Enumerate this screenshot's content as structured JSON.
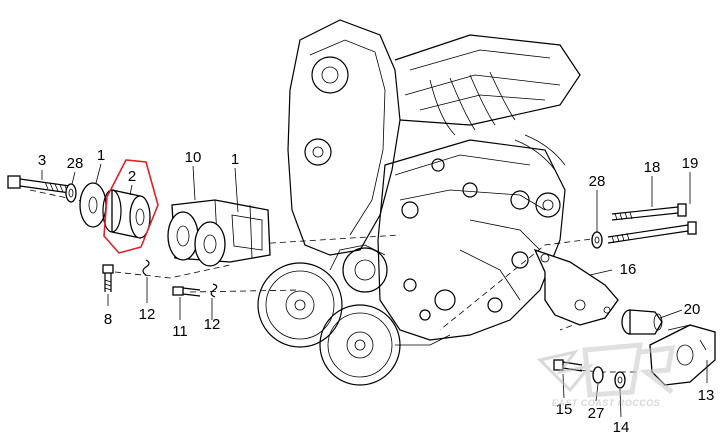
{
  "callouts": [
    {
      "id": "c3",
      "label": "3"
    },
    {
      "id": "c28a",
      "label": "28"
    },
    {
      "id": "c1a",
      "label": "1"
    },
    {
      "id": "c2",
      "label": "2"
    },
    {
      "id": "c10",
      "label": "10"
    },
    {
      "id": "c1b",
      "label": "1"
    },
    {
      "id": "c8",
      "label": "8"
    },
    {
      "id": "c12a",
      "label": "12"
    },
    {
      "id": "c11",
      "label": "11"
    },
    {
      "id": "c12b",
      "label": "12"
    },
    {
      "id": "c28b",
      "label": "28"
    },
    {
      "id": "c18",
      "label": "18"
    },
    {
      "id": "c19",
      "label": "19"
    },
    {
      "id": "c16",
      "label": "16"
    },
    {
      "id": "c20",
      "label": "20"
    },
    {
      "id": "c13",
      "label": "13"
    },
    {
      "id": "c15",
      "label": "15"
    },
    {
      "id": "c27",
      "label": "27"
    },
    {
      "id": "c14",
      "label": "14"
    }
  ],
  "highlight": {
    "part": "2",
    "color": "#e0202a"
  },
  "watermark": {
    "text": "EAST COAST ROCCOS",
    "color": "#c8c8c8"
  }
}
